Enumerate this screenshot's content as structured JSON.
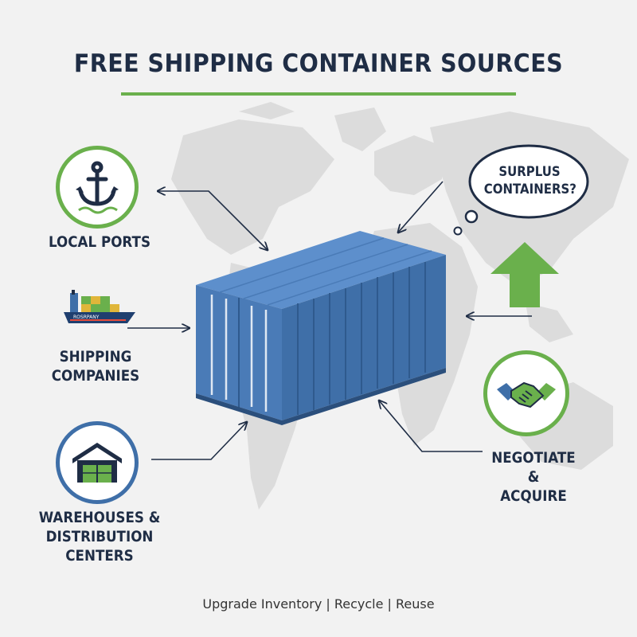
{
  "title": "FREE SHIPPING CONTAINER SOURCES",
  "sources": {
    "local_ports": "LOCAL PORTS",
    "shipping_companies": "SHIPPING\nCOMPANIES",
    "warehouses": "WAREHOUSES &\nDISTRIBUTION\nCENTERS",
    "negotiate": "NEGOTIATE &\nACQUIRE"
  },
  "thought_bubble": "SURPLUS\nCONTAINERS?",
  "ship_hull_text": "ROSRPANY",
  "footer": "Upgrade Inventory | Recycle | Reuse",
  "colors": {
    "accent_green": "#6ab04c",
    "navy": "#1f2d45",
    "container_blue": "#4a7bb7",
    "map_gray": "#d9d9d9"
  },
  "icons": [
    "anchor-icon",
    "cargo-ship-icon",
    "warehouse-icon",
    "handshake-icon",
    "up-arrow-icon",
    "world-map"
  ]
}
